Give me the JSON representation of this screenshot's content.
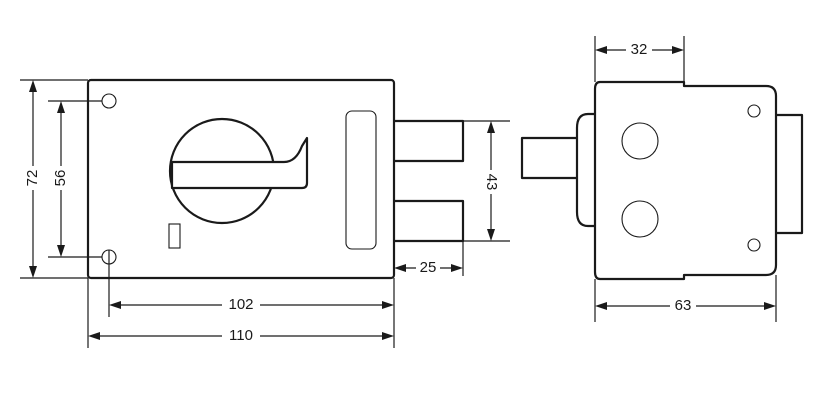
{
  "figure": {
    "front_view": {
      "dimensions": {
        "overall_height": "72",
        "hole_spacing_vertical": "56",
        "hole_spacing_horizontal": "102",
        "overall_width": "110",
        "bolt_spacing": "43",
        "bolt_projection": "25"
      }
    },
    "side_view": {
      "dimensions": {
        "top_offset": "32",
        "depth": "63"
      }
    }
  }
}
